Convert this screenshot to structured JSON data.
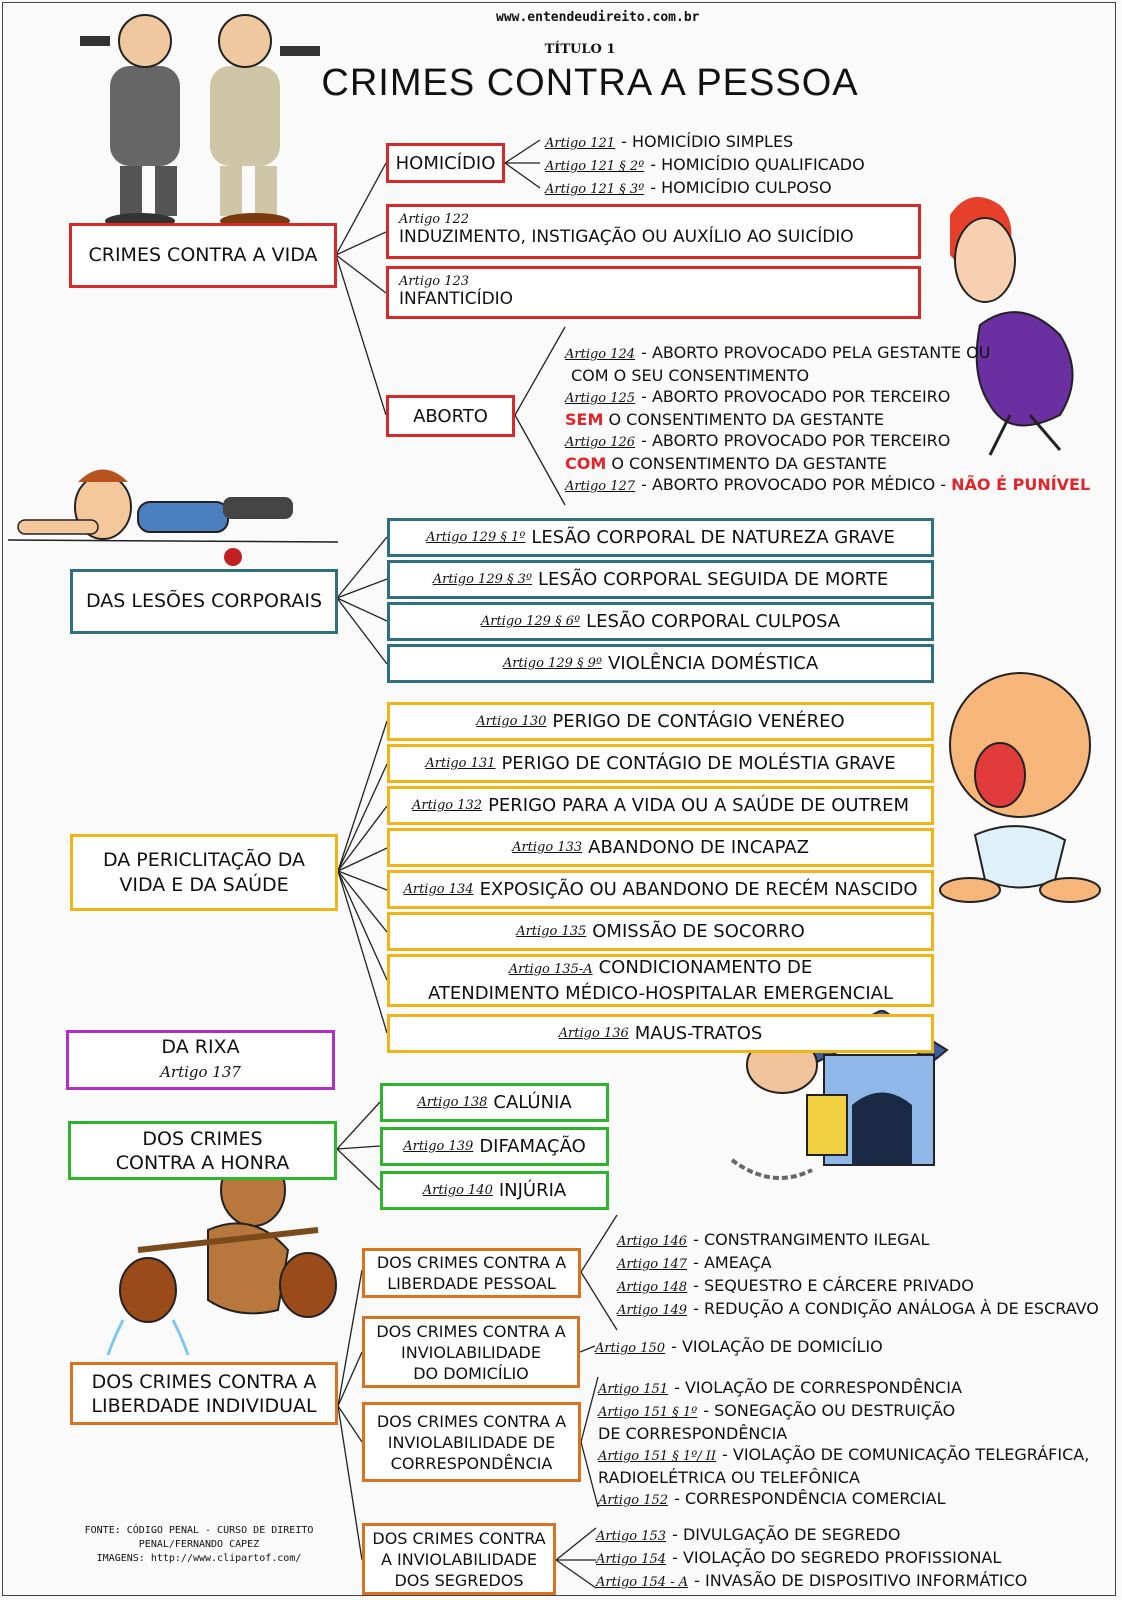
{
  "header": {
    "site": "www.entendeudireito.com.br",
    "titulo": "TÍTULO 1",
    "title": "CRIMES CONTRA A PESSOA"
  },
  "vida": {
    "label": "CRIMES CONTRA A VIDA",
    "homicidio": {
      "label": "HOMICÍDIO",
      "items": [
        {
          "art": "Artigo 121",
          "text": "- HOMICÍDIO SIMPLES"
        },
        {
          "art": "Artigo 121 § 2º",
          "text": "- HOMICÍDIO QUALIFICADO"
        },
        {
          "art": "Artigo 121 § 3º",
          "text": "- HOMICÍDIO CULPOSO"
        }
      ]
    },
    "art122": {
      "art": "Artigo 122",
      "text": "INDUZIMENTO, INSTIGAÇÃO OU AUXÍLIO AO SUICÍDIO"
    },
    "art123": {
      "art": "Artigo 123",
      "text": "INFANTICÍDIO"
    },
    "aborto": {
      "label": "ABORTO",
      "l1": {
        "art": "Artigo 124",
        "text": "- ABORTO PROVOCADO PELA GESTANTE OU"
      },
      "l2": "COM O SEU CONSENTIMENTO",
      "l3": {
        "art": "Artigo 125",
        "text": "- ABORTO PROVOCADO POR TERCEIRO"
      },
      "l4": {
        "hi": "SEM",
        "text": "O CONSENTIMENTO DA GESTANTE"
      },
      "l5": {
        "art": "Artigo 126",
        "text": "- ABORTO PROVOCADO POR TERCEIRO"
      },
      "l6": {
        "hi": "COM",
        "text": "O CONSENTIMENTO DA GESTANTE"
      },
      "l7": {
        "art": "Artigo 127",
        "text": "- ABORTO PROVOCADO POR MÉDICO -",
        "hi": "NÃO É PUNÍVEL"
      }
    }
  },
  "lesoes": {
    "label": "DAS LESÕES CORPORAIS",
    "items": [
      {
        "art": "Artigo 129 § 1º",
        "text": "LESÃO CORPORAL DE NATUREZA GRAVE"
      },
      {
        "art": "Artigo 129 § 3º",
        "text": "LESÃO CORPORAL SEGUIDA DE MORTE"
      },
      {
        "art": "Artigo 129 § 6º",
        "text": "LESÃO CORPORAL CULPOSA"
      },
      {
        "art": "Artigo 129 § 9º",
        "text": "VIOLÊNCIA DOMÉSTICA"
      }
    ]
  },
  "periclitacao": {
    "label1": "DA PERICLITAÇÃO DA",
    "label2": "VIDA E DA SAÚDE",
    "items": [
      {
        "art": "Artigo 130",
        "text": "PERIGO DE CONTÁGIO VENÉREO"
      },
      {
        "art": "Artigo 131",
        "text": "PERIGO DE CONTÁGIO DE MOLÉSTIA GRAVE"
      },
      {
        "art": "Artigo 132",
        "text": "PERIGO PARA A VIDA OU A SAÚDE DE OUTREM"
      },
      {
        "art": "Artigo 133",
        "text": "ABANDONO DE INCAPAZ"
      },
      {
        "art": "Artigo 134",
        "text": "EXPOSIÇÃO OU ABANDONO DE RECÉM NASCIDO"
      },
      {
        "art": "Artigo 135",
        "text": "OMISSÃO DE SOCORRO"
      }
    ],
    "art135a": {
      "art": "Artigo 135-A",
      "text1": "CONDICIONAMENTO DE",
      "text2": "ATENDIMENTO MÉDICO-HOSPITALAR EMERGENCIAL"
    },
    "art136": {
      "art": "Artigo 136",
      "text": "MAUS-TRATOS"
    }
  },
  "rixa": {
    "label": "DA RIXA",
    "art": "Artigo 137"
  },
  "honra": {
    "label1": "DOS CRIMES",
    "label2": "CONTRA A HONRA",
    "items": [
      {
        "art": "Artigo 138",
        "text": "CALÚNIA"
      },
      {
        "art": "Artigo 139",
        "text": "DIFAMAÇÃO"
      },
      {
        "art": "Artigo 140",
        "text": "INJÚRIA"
      }
    ]
  },
  "liberdade": {
    "label1": "DOS CRIMES CONTRA A",
    "label2": "LIBERDADE INDIVIDUAL",
    "pessoal": {
      "label1": "DOS CRIMES CONTRA A",
      "label2": "LIBERDADE PESSOAL",
      "items": [
        {
          "art": "Artigo 146",
          "text": "- CONSTRANGIMENTO ILEGAL"
        },
        {
          "art": "Artigo 147",
          "text": "- AMEAÇA"
        },
        {
          "art": "Artigo 148",
          "text": "- SEQUESTRO E CÁRCERE PRIVADO"
        },
        {
          "art": "Artigo 149",
          "text": "- REDUÇÃO A CONDIÇÃO ANÁLOGA À DE ESCRAVO"
        }
      ]
    },
    "domicilio": {
      "label1": "DOS CRIMES CONTRA A",
      "label2": "INVIOLABILIDADE",
      "label3": "DO DOMICÍLIO",
      "item": {
        "art": "Artigo 150",
        "text": "- VIOLAÇÃO DE DOMICÍLIO"
      }
    },
    "correspondencia": {
      "label1": "DOS CRIMES CONTRA A",
      "label2": "INVIOLABILIDADE DE",
      "label3": "CORRESPONDÊNCIA",
      "l1": {
        "art": "Artigo 151",
        "text": "- VIOLAÇÃO DE CORRESPONDÊNCIA"
      },
      "l2": {
        "art": "Artigo 151 § 1º",
        "text": "- SONEGAÇÃO OU DESTRUIÇÃO"
      },
      "l3": "DE CORRESPONDÊNCIA",
      "l4": {
        "art": "Artigo 151 § 1º/ II",
        "text": "- VIOLAÇÃO DE COMUNICAÇÃO TELEGRÁFICA,"
      },
      "l5": "RADIOELÉTRICA OU TELEFÔNICA",
      "l6": {
        "art": "Artigo 152",
        "text": "- CORRESPONDÊNCIA COMERCIAL"
      }
    },
    "segredos": {
      "label1": "DOS CRIMES CONTRA",
      "label2": "A INVIOLABILIDADE",
      "label3": "DOS SEGREDOS",
      "items": [
        {
          "art": "Artigo 153",
          "text": "- DIVULGAÇÃO DE SEGREDO"
        },
        {
          "art": "Artigo 154",
          "text": "- VIOLAÇÃO DO SEGREDO PROFISSIONAL"
        },
        {
          "art": "Artigo 154 - A",
          "text": "- INVASÃO DE DISPOSITIVO INFORMÁTICO"
        }
      ]
    }
  },
  "footer": {
    "l1": "FONTE: CÓDIGO PENAL - CURSO DE DIREITO",
    "l2": "PENAL/FERNANDO CAPEZ",
    "l3": "IMAGENS: http://www.clipartof.com/"
  },
  "illustrations": [
    "gangsters-illustration",
    "pregnant-woman-illustration",
    "injured-man-illustration",
    "crying-baby-illustration",
    "chained-man-doghouse-illustration",
    "water-carrier-illustration"
  ]
}
